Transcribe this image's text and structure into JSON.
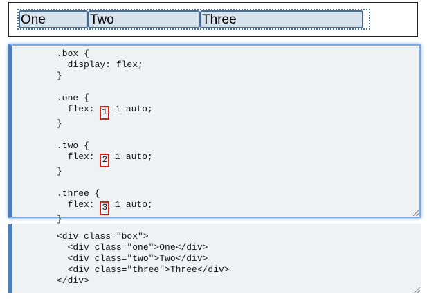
{
  "preview": {
    "items": [
      "One",
      "Two",
      "Three"
    ]
  },
  "css_editor": {
    "lines": [
      ".box {",
      "  display: flex;",
      "}",
      "",
      ".one {",
      "  flex: ",
      "}",
      "",
      ".two {",
      "  flex: ",
      "}",
      "",
      ".three {",
      "  flex: ",
      "}"
    ],
    "one_grow": "1",
    "two_grow": "2",
    "three_grow": "3",
    "flex_tail": " 1 auto;"
  },
  "html_editor": {
    "lines": [
      "<div class=\"box\">",
      "  <div class=\"one\">One</div>",
      "  <div class=\"two\">Two</div>",
      "  <div class=\"three\">Three</div>",
      "</div>"
    ]
  },
  "colors": {
    "highlight": "#d0201a",
    "editor_accent": "#4a7fbf",
    "item_fill": "#d6e3ec"
  }
}
